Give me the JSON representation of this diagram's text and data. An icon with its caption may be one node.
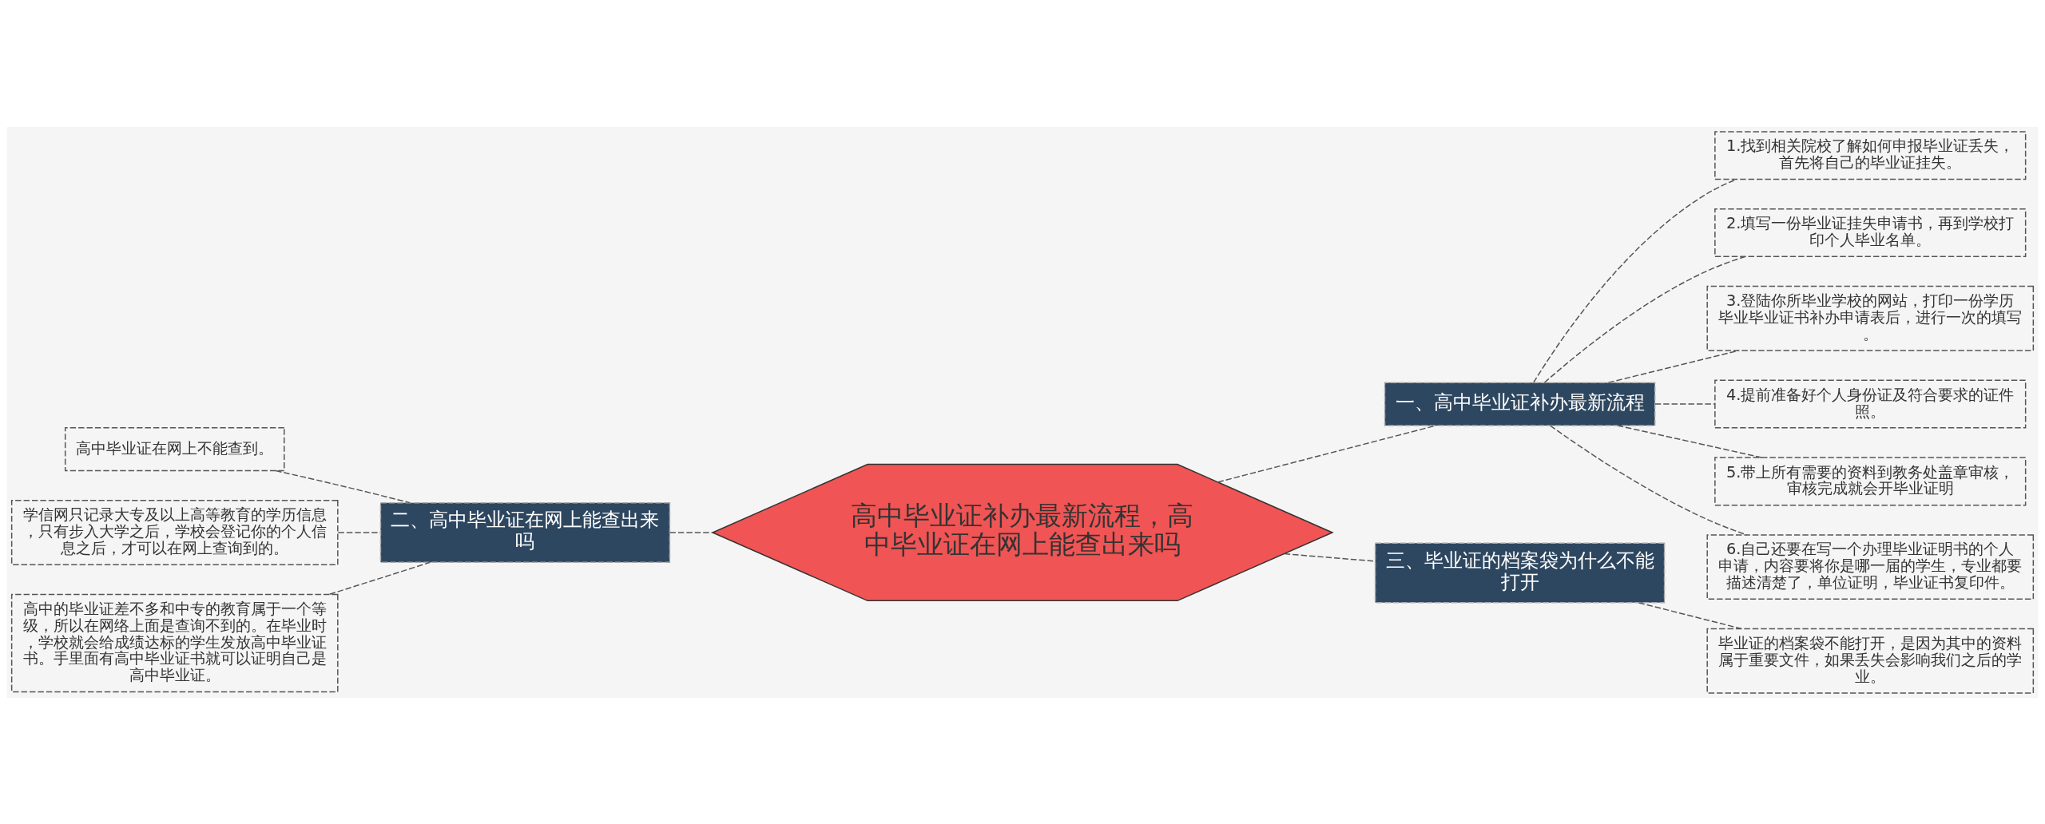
{
  "diagram": {
    "nodes": [
      {
        "text": [
          "高中毕业证补办最新流程，高中毕业证在网上能查出来吗"
        ]
      },
      {
        "text": [
          "一、高中毕业证补办最新流程"
        ]
      },
      {
        "text": [
          "1.找到相关院校了解如何申报毕业证丢失，首先将自己的毕业证挂失。"
        ]
      },
      {
        "text": [
          "2.填写一份毕业证挂失申请书，再到学校打印个人毕业名单。"
        ]
      },
      {
        "text": [
          "3.登陆你所毕业学校的网站，打印一份学历毕业毕业证书补办申请表后，进行一次的填写。"
        ]
      },
      {
        "text": [
          "4.提前准备好个人身份证及符合要求的证件照。"
        ]
      },
      {
        "text": [
          "5.带上所有需要的资料到教务处盖章审核，审核完成就会开毕业证明"
        ]
      },
      {
        "text": [
          "6.自己还要在写一个办理毕业证明书的个人申请，内容要将你是哪一届的学生，专业都要描述清楚了，单位证明，毕业证书复印件。"
        ]
      },
      {
        "text": [
          "二、高中毕业证在网上能查出来吗"
        ]
      },
      {
        "text": [
          "高中毕业证在网上不能查到。"
        ]
      },
      {
        "text": [
          "学信网只记录大专及以上高等教育的学历信息，只有步入大学之后，学校会登记你的个人信息之后，才可以在网上查询到的。"
        ]
      },
      {
        "text": [
          "高中的毕业证差不多和中专的教育属于一个等级，所以在网络上面是查询不到的。在毕业时，学校就会给成绩达标的学生发放高中毕业证书。手里面有高中毕业证书就可以证明自己是高中毕业证。"
        ]
      },
      {
        "text": [
          "三、毕业证的档案袋为什么不能打开"
        ]
      },
      {
        "text": [
          "毕业证的档案袋不能打开，是因为其中的资料属于重要文件，如果丢失会影响我们之后的学业。"
        ]
      }
    ],
    "edges": [
      {
        "from": 0,
        "to": 1,
        "arrow": "none",
        "style": "dashed"
      },
      {
        "from": 1,
        "to": 2,
        "arrow": "none",
        "style": "dashed"
      },
      {
        "from": 1,
        "to": 3,
        "arrow": "none",
        "style": "dashed"
      },
      {
        "from": 1,
        "to": 4,
        "arrow": "none",
        "style": "dashed"
      },
      {
        "from": 1,
        "to": 5,
        "arrow": "none",
        "style": "dashed"
      },
      {
        "from": 1,
        "to": 6,
        "arrow": "none",
        "style": "dashed"
      },
      {
        "from": 1,
        "to": 7,
        "arrow": "none",
        "style": "dashed"
      },
      {
        "from": 0,
        "to": 8,
        "arrow": "none",
        "style": "dashed"
      },
      {
        "from": 8,
        "to": 9,
        "arrow": "none",
        "style": "dashed"
      },
      {
        "from": 8,
        "to": 10,
        "arrow": "none",
        "style": "dashed"
      },
      {
        "from": 8,
        "to": 11,
        "arrow": "none",
        "style": "dashed"
      },
      {
        "from": 0,
        "to": 12,
        "arrow": "none",
        "style": "dashed"
      },
      {
        "from": 12,
        "to": 13,
        "arrow": "none",
        "style": "dashed"
      }
    ]
  }
}
